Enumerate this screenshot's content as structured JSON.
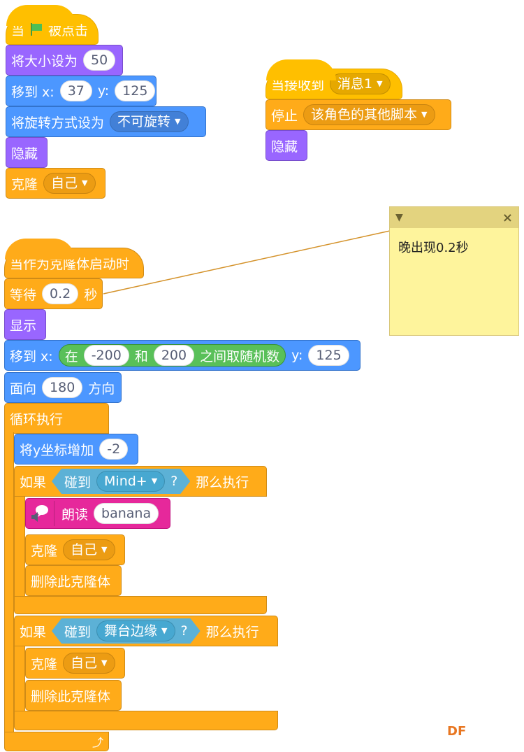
{
  "script1": {
    "when_flag_pre": "当",
    "when_flag_post": "被点击",
    "set_size": "将大小设为",
    "size_value": "50",
    "goto": "移到 x:",
    "x_value": "37",
    "y_label": "y:",
    "y_value": "125",
    "set_rotation": "将旋转方式设为",
    "rotation_value": "不可旋转",
    "hide": "隐藏",
    "clone": "克隆",
    "clone_target": "自己"
  },
  "script2": {
    "when_receive": "当接收到",
    "message": "消息1",
    "stop": "停止",
    "stop_option": "该角色的其他脚本",
    "hide": "隐藏"
  },
  "comment": {
    "text": "晚出现0.2秒",
    "close": "×"
  },
  "script3": {
    "when_clone": "当作为克隆体启动时",
    "wait": "等待",
    "wait_value": "0.2",
    "wait_unit": "秒",
    "show": "显示",
    "goto": "移到 x:",
    "random_pre": "在",
    "random_from": "-200",
    "random_and": "和",
    "random_to": "200",
    "random_post": "之间取随机数",
    "y_label": "y:",
    "y_value": "125",
    "point_dir": "面向",
    "dir_value": "180",
    "dir_unit": "方向",
    "forever": "循环执行",
    "change_y": "将y坐标增加",
    "change_y_value": "-2",
    "if1": "如果",
    "touching": "碰到",
    "touch_target1": "Mind+",
    "question": "?",
    "then": "那么执行",
    "speak": "朗读",
    "speak_value": "banana",
    "clone": "克隆",
    "clone_target": "自己",
    "delete_clone": "删除此克隆体",
    "if2": "如果",
    "touch_target2": "舞台边缘"
  },
  "watermark": "DF",
  "colors": {
    "events": "#ffbf00",
    "looks": "#9966ff",
    "motion": "#4c97ff",
    "control": "#ffab19",
    "operators": "#59c059",
    "sensing": "#5cb1d6",
    "text_to_speech": "#e6289b",
    "comment": "#fef49c"
  }
}
